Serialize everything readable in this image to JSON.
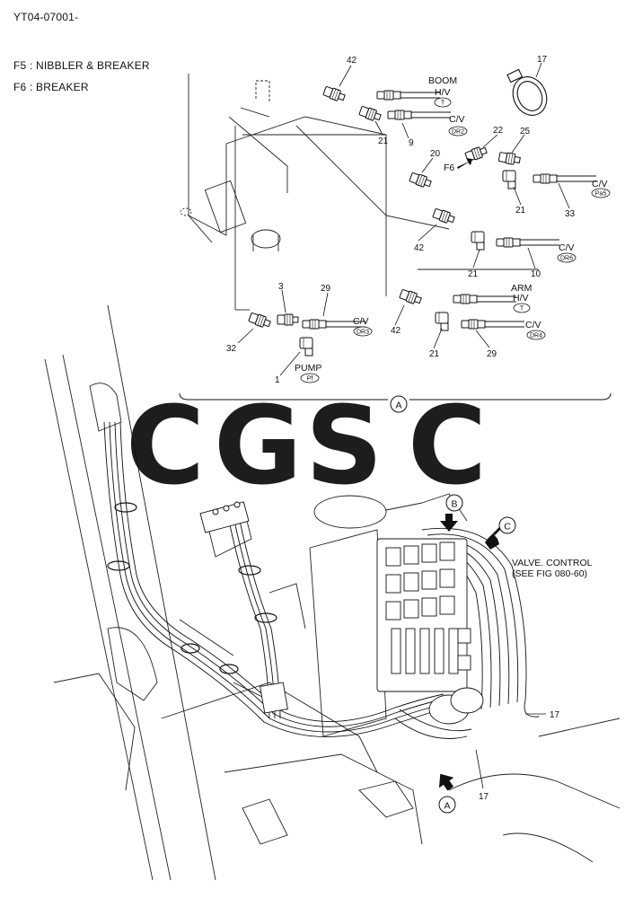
{
  "header": {
    "doc_code": "YT04-07001-",
    "legend": [
      "F5 : NIBBLER & BREAKER",
      "F6 : BREAKER"
    ]
  },
  "watermark": {
    "letters": [
      "C",
      "G",
      "S",
      "C"
    ],
    "colors": [
      "#7aa7ee",
      "#ef8f86",
      "#f5d87a",
      "#7cc39a"
    ]
  },
  "callouts": {
    "n42a": "42",
    "n21a": "21",
    "n9": "9",
    "n17a": "17",
    "n22": "22",
    "n25": "25",
    "n20": "20",
    "n21b": "21",
    "n33": "33",
    "n42b": "42",
    "n21c": "21",
    "n10": "10",
    "n3": "3",
    "n29a": "29",
    "n32": "32",
    "n1": "1",
    "n42c": "42",
    "n21d": "21",
    "n29b": "29",
    "n17b": "17",
    "n17c": "17"
  },
  "labels": {
    "boom": "BOOM",
    "boom_hv": "H/V",
    "boom_t": "T",
    "cv1": "C/V",
    "dr2": "DR2",
    "f6": "F6",
    "cv2": "C/V",
    "pa5": "Pa5",
    "cv3": "C/V",
    "dr6": "DR6",
    "arm": "ARM",
    "arm_hv": "H/V",
    "arm_t": "T",
    "cv4": "C/V",
    "dr3": "DR3",
    "cv5": "C/V",
    "dr4": "DR4",
    "pump": "PUMP",
    "pf": "Pf",
    "view_a": "A",
    "arrow_b": "B",
    "arrow_c": "C",
    "arrow_a": "A",
    "valve_control": "VALVE. CONTROL",
    "see_fig": "(SEE FIG 080-60)"
  }
}
